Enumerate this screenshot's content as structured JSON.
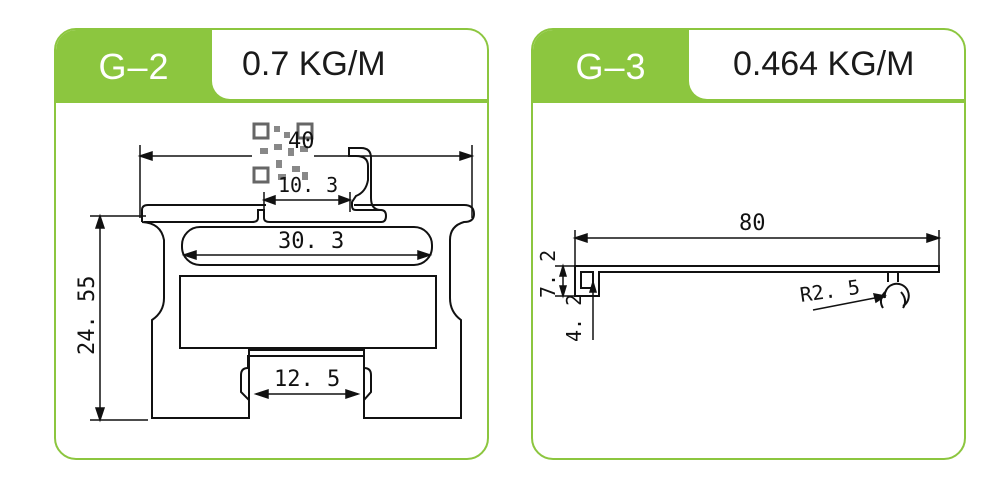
{
  "cards": [
    {
      "code": "G–2",
      "weight": "0.7 KG/M",
      "dims": {
        "overall_width": "40",
        "slot_width": "10. 3",
        "inner_width": "30. 3",
        "height": "24. 55",
        "bottom_slot": "12. 5"
      }
    },
    {
      "code": "G–3",
      "weight": "0.464 KG/M",
      "dims": {
        "length": "80",
        "thickness": "7. 2",
        "lower": "4. 2",
        "radius": "R2. 5"
      }
    }
  ],
  "colors": {
    "accent": "#8cc63f",
    "line": "#111111"
  },
  "icons": [
    "qr-code-icon"
  ]
}
